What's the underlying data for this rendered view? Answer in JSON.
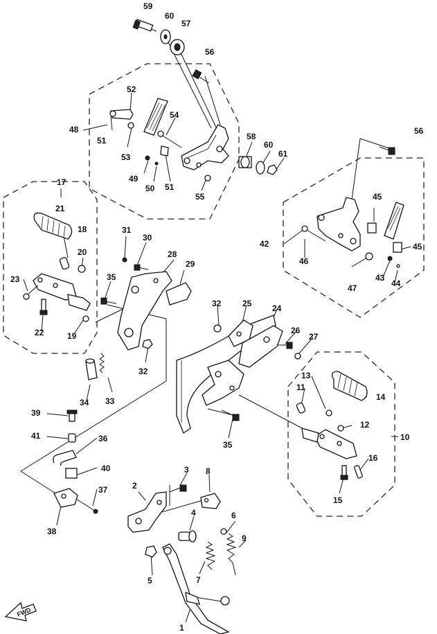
{
  "fwd_label": "FWD",
  "callouts": [
    {
      "id": "c1",
      "text": "1"
    },
    {
      "id": "c2",
      "text": "2"
    },
    {
      "id": "c3",
      "text": "3"
    },
    {
      "id": "c4",
      "text": "4"
    },
    {
      "id": "c5",
      "text": "5"
    },
    {
      "id": "c6",
      "text": "6"
    },
    {
      "id": "c7",
      "text": "7"
    },
    {
      "id": "c8",
      "text": "8"
    },
    {
      "id": "c9",
      "text": "9"
    },
    {
      "id": "c10",
      "text": "10"
    },
    {
      "id": "c11",
      "text": "11"
    },
    {
      "id": "c12",
      "text": "12"
    },
    {
      "id": "c13",
      "text": "13"
    },
    {
      "id": "c14",
      "text": "14"
    },
    {
      "id": "c15",
      "text": "15"
    },
    {
      "id": "c16",
      "text": "16"
    },
    {
      "id": "c17",
      "text": "17"
    },
    {
      "id": "c18",
      "text": "18"
    },
    {
      "id": "c19",
      "text": "19"
    },
    {
      "id": "c20",
      "text": "20"
    },
    {
      "id": "c21",
      "text": "21"
    },
    {
      "id": "c22",
      "text": "22"
    },
    {
      "id": "c23",
      "text": "23"
    },
    {
      "id": "c24",
      "text": "24"
    },
    {
      "id": "c25",
      "text": "25"
    },
    {
      "id": "c26",
      "text": "26"
    },
    {
      "id": "c27",
      "text": "27"
    },
    {
      "id": "c28",
      "text": "28"
    },
    {
      "id": "c29",
      "text": "29"
    },
    {
      "id": "c30",
      "text": "30"
    },
    {
      "id": "c31",
      "text": "31"
    },
    {
      "id": "c32a",
      "text": "32"
    },
    {
      "id": "c32b",
      "text": "32"
    },
    {
      "id": "c33",
      "text": "33"
    },
    {
      "id": "c34",
      "text": "34"
    },
    {
      "id": "c35a",
      "text": "35"
    },
    {
      "id": "c35b",
      "text": "35"
    },
    {
      "id": "c36",
      "text": "36"
    },
    {
      "id": "c37",
      "text": "37"
    },
    {
      "id": "c38",
      "text": "38"
    },
    {
      "id": "c39",
      "text": "39"
    },
    {
      "id": "c40",
      "text": "40"
    },
    {
      "id": "c41",
      "text": "41"
    },
    {
      "id": "c42",
      "text": "42"
    },
    {
      "id": "c43",
      "text": "43"
    },
    {
      "id": "c44",
      "text": "44"
    },
    {
      "id": "c45a",
      "text": "45"
    },
    {
      "id": "c45b",
      "text": "45"
    },
    {
      "id": "c46",
      "text": "46"
    },
    {
      "id": "c47",
      "text": "47"
    },
    {
      "id": "c48",
      "text": "48"
    },
    {
      "id": "c49",
      "text": "49"
    },
    {
      "id": "c50",
      "text": "50"
    },
    {
      "id": "c51a",
      "text": "51"
    },
    {
      "id": "c51b",
      "text": "51"
    },
    {
      "id": "c52",
      "text": "52"
    },
    {
      "id": "c53",
      "text": "53"
    },
    {
      "id": "c54",
      "text": "54"
    },
    {
      "id": "c55",
      "text": "55"
    },
    {
      "id": "c56a",
      "text": "56"
    },
    {
      "id": "c56b",
      "text": "56"
    },
    {
      "id": "c57",
      "text": "57"
    },
    {
      "id": "c58",
      "text": "58"
    },
    {
      "id": "c59",
      "text": "59"
    },
    {
      "id": "c60a",
      "text": "60"
    },
    {
      "id": "c60b",
      "text": "60"
    },
    {
      "id": "c61",
      "text": "61"
    }
  ]
}
